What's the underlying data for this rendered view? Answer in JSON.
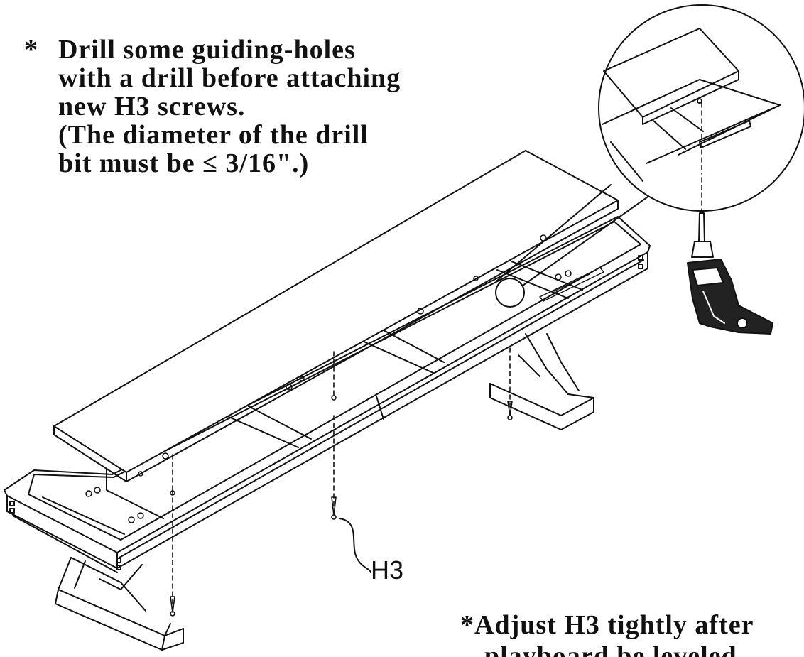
{
  "note_top": {
    "asterisk": "*",
    "lines": [
      "Drill some guiding-holes",
      "with a drill before attaching",
      "new H3 screws.",
      "(The diameter of the drill",
      "bit must be ≤ 3/16\".)"
    ]
  },
  "note_bottom": {
    "asterisk": "*",
    "lines": [
      "Adjust H3 tightly after",
      "playboard be leveled."
    ]
  },
  "part_label": "H3"
}
